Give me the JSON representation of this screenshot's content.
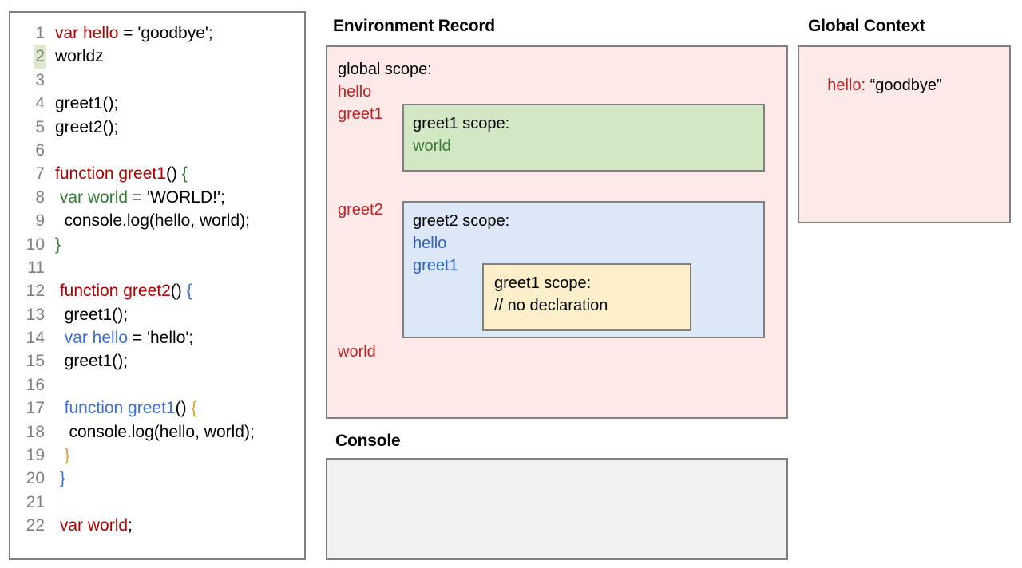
{
  "code_panel": {
    "lines": [
      {
        "n": "1",
        "highlight": false,
        "tokens": [
          {
            "t": "var hello",
            "c": "red"
          },
          {
            "t": " = 'goodbye';",
            "c": "black"
          }
        ]
      },
      {
        "n": "2",
        "highlight": true,
        "tokens": [
          {
            "t": "worldz",
            "c": "black"
          }
        ]
      },
      {
        "n": "3",
        "highlight": false,
        "tokens": [
          {
            "t": "",
            "c": "black"
          }
        ]
      },
      {
        "n": "4",
        "highlight": false,
        "tokens": [
          {
            "t": "greet1();",
            "c": "black"
          }
        ]
      },
      {
        "n": "5",
        "highlight": false,
        "tokens": [
          {
            "t": "greet2();",
            "c": "black"
          }
        ]
      },
      {
        "n": "6",
        "highlight": false,
        "tokens": [
          {
            "t": "",
            "c": "black"
          }
        ]
      },
      {
        "n": "7",
        "highlight": false,
        "tokens": [
          {
            "t": "function greet1",
            "c": "red"
          },
          {
            "t": "() ",
            "c": "black"
          },
          {
            "t": "{",
            "c": "green"
          }
        ]
      },
      {
        "n": "8",
        "highlight": false,
        "tokens": [
          {
            "t": " ",
            "c": "black"
          },
          {
            "t": "var world",
            "c": "green"
          },
          {
            "t": " = 'WORLD!';",
            "c": "black"
          }
        ]
      },
      {
        "n": "9",
        "highlight": false,
        "tokens": [
          {
            "t": "  console.log(hello, world);",
            "c": "black"
          }
        ]
      },
      {
        "n": "10",
        "highlight": false,
        "tokens": [
          {
            "t": "}",
            "c": "green"
          }
        ]
      },
      {
        "n": "11",
        "highlight": false,
        "tokens": [
          {
            "t": "",
            "c": "black"
          }
        ]
      },
      {
        "n": "12",
        "highlight": false,
        "tokens": [
          {
            "t": " ",
            "c": "black"
          },
          {
            "t": "function greet2",
            "c": "red"
          },
          {
            "t": "() ",
            "c": "black"
          },
          {
            "t": "{",
            "c": "blue"
          }
        ]
      },
      {
        "n": "13",
        "highlight": false,
        "tokens": [
          {
            "t": "  greet1();",
            "c": "black"
          }
        ]
      },
      {
        "n": "14",
        "highlight": false,
        "tokens": [
          {
            "t": "  ",
            "c": "black"
          },
          {
            "t": "var hello",
            "c": "blue"
          },
          {
            "t": " = 'hello';",
            "c": "black"
          }
        ]
      },
      {
        "n": "15",
        "highlight": false,
        "tokens": [
          {
            "t": "  greet1();",
            "c": "black"
          }
        ]
      },
      {
        "n": "16",
        "highlight": false,
        "tokens": [
          {
            "t": "",
            "c": "black"
          }
        ]
      },
      {
        "n": "17",
        "highlight": false,
        "tokens": [
          {
            "t": "  ",
            "c": "black"
          },
          {
            "t": "function greet1",
            "c": "blue"
          },
          {
            "t": "() ",
            "c": "black"
          },
          {
            "t": "{",
            "c": "orange"
          }
        ]
      },
      {
        "n": "18",
        "highlight": false,
        "tokens": [
          {
            "t": "   console.log(hello, world);",
            "c": "black"
          }
        ]
      },
      {
        "n": "19",
        "highlight": false,
        "tokens": [
          {
            "t": "  ",
            "c": "black"
          },
          {
            "t": "}",
            "c": "orange"
          }
        ]
      },
      {
        "n": "20",
        "highlight": false,
        "tokens": [
          {
            "t": " ",
            "c": "black"
          },
          {
            "t": "}",
            "c": "blue"
          }
        ]
      },
      {
        "n": "21",
        "highlight": false,
        "tokens": [
          {
            "t": "",
            "c": "black"
          }
        ]
      },
      {
        "n": "22",
        "highlight": false,
        "tokens": [
          {
            "t": " ",
            "c": "black"
          },
          {
            "t": "var world",
            "c": "red"
          },
          {
            "t": ";",
            "c": "black"
          }
        ]
      }
    ]
  },
  "environment_record": {
    "title": "Environment Record",
    "global_scope": {
      "header": "global scope:",
      "vars": [
        "hello",
        "greet1"
      ],
      "vars_lower": [
        "greet2",
        "world"
      ]
    },
    "greet1_scope": {
      "header": "greet1 scope:",
      "vars": [
        "world"
      ]
    },
    "greet2_scope": {
      "header": "greet2 scope:",
      "vars": [
        "hello",
        "greet1"
      ]
    },
    "greet1_inner_scope": {
      "header": "greet1 scope:",
      "comment": "// no declaration"
    }
  },
  "global_context": {
    "title": "Global Context",
    "entry_key": "hello:",
    "entry_value": " “goodbye”"
  },
  "console": {
    "title": "Console",
    "output": ""
  },
  "colors": {
    "red": "#c22222",
    "green_text": "#3c7a36",
    "blue_text": "#2f5fc8",
    "pink_panel": "#fce9e8",
    "green_panel": "#d2e7c4",
    "blue_panel": "#dce8f8",
    "yellow_panel": "#fdefc9",
    "console_panel": "#f1f1f1",
    "border": "#808080",
    "line_number": "#808080",
    "line_highlight": "#dceacb"
  }
}
